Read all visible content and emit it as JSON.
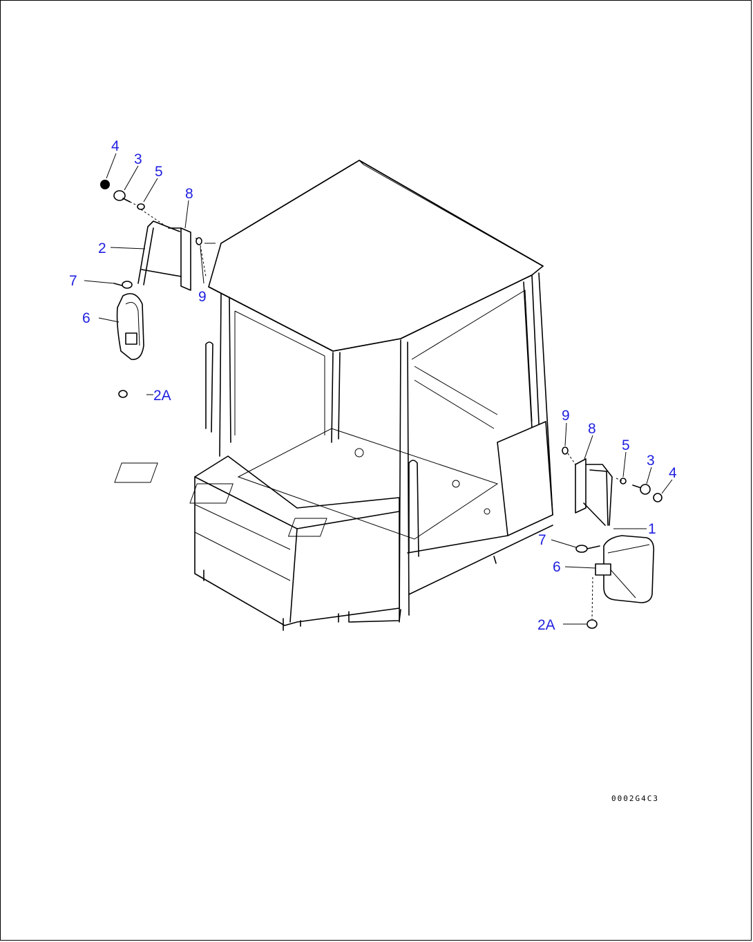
{
  "drawing": {
    "code": "0002G4C3"
  },
  "callouts": {
    "left": {
      "c4": "4",
      "c3": "3",
      "c5": "5",
      "c8": "8",
      "c2": "2",
      "c7": "7",
      "c9": "9",
      "c6": "6",
      "c2a": "2A"
    },
    "right": {
      "c9": "9",
      "c8": "8",
      "c5": "5",
      "c3": "3",
      "c4": "4",
      "c1": "1",
      "c7": "7",
      "c6": "6",
      "c2a": "2A"
    }
  },
  "colors": {
    "callout": "#1f1fe0",
    "line": "#000000",
    "background": "#ffffff"
  }
}
